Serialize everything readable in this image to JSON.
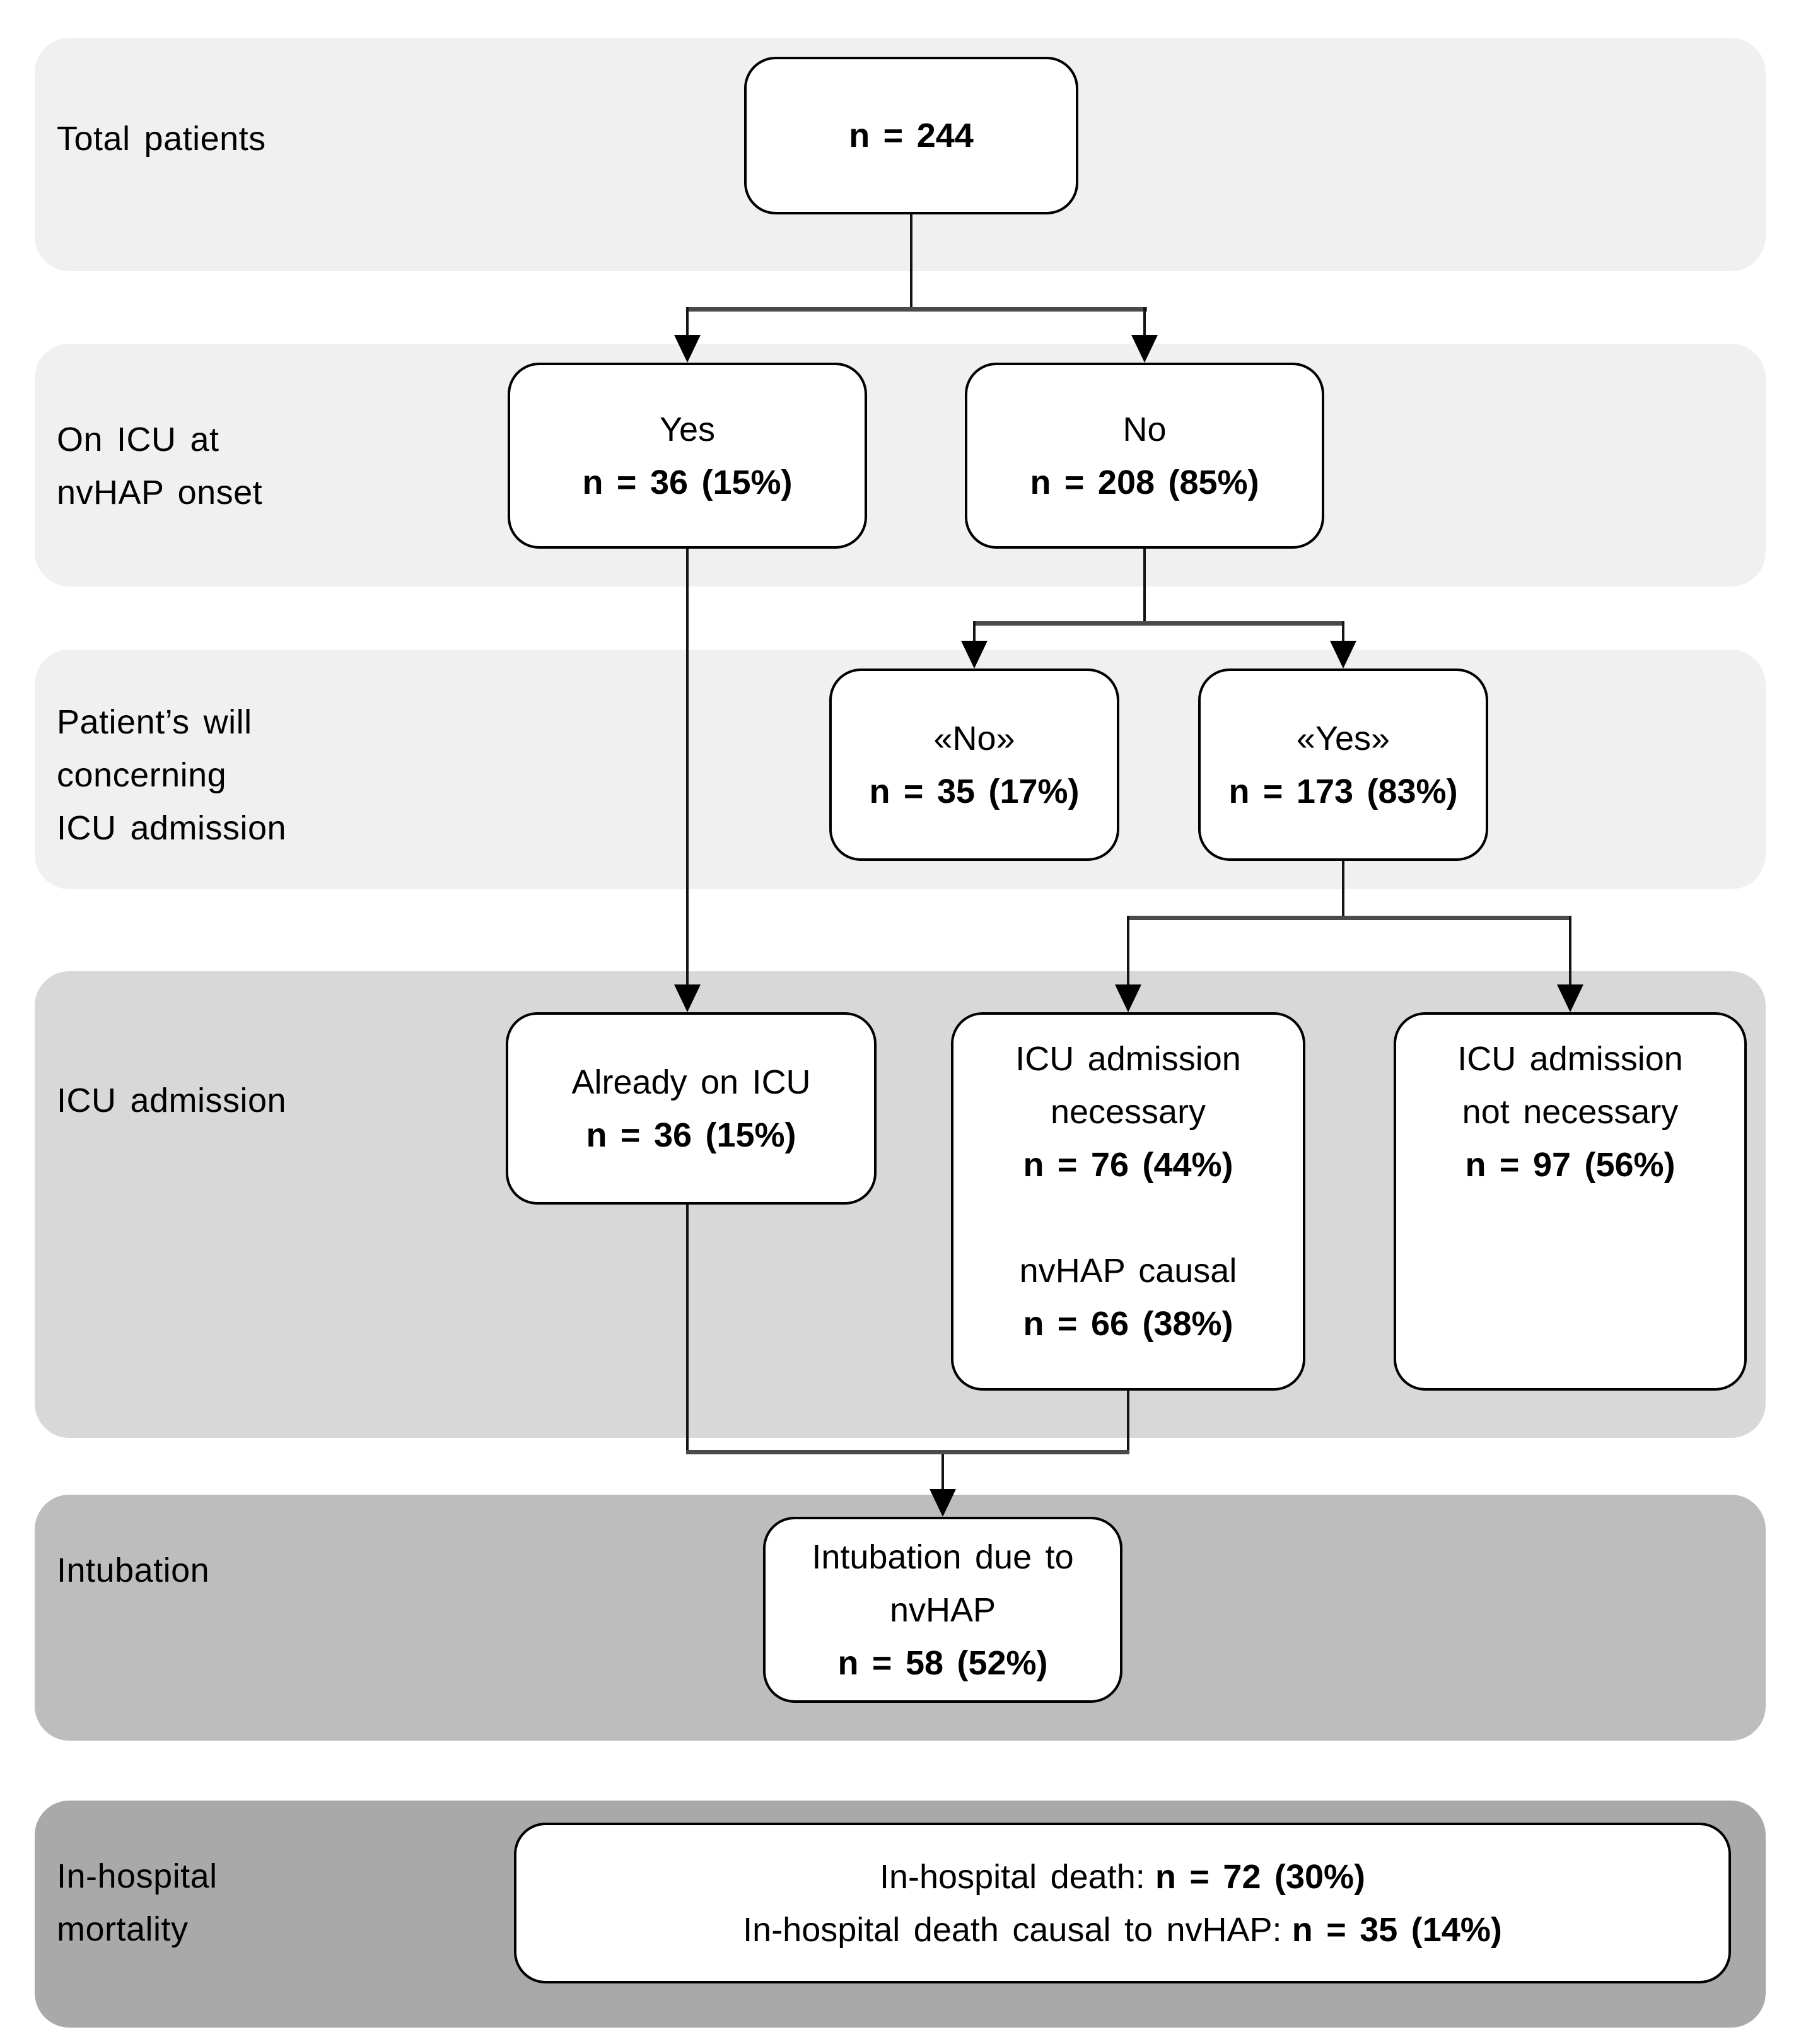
{
  "diagram": {
    "rows": [
      {
        "label_lines": [
          "Total patients"
        ]
      },
      {
        "label_lines": [
          "On ICU at",
          "nvHAP onset"
        ]
      },
      {
        "label_lines": [
          "Patient’s will",
          "concerning",
          "ICU admission"
        ]
      },
      {
        "label_lines": [
          "ICU admission"
        ]
      },
      {
        "label_lines": [
          "Intubation"
        ]
      },
      {
        "label_lines": [
          "In-hospital",
          "mortality"
        ]
      }
    ],
    "boxes": {
      "total": {
        "n": "n = 244"
      },
      "on_icu_yes": {
        "label": "Yes",
        "n": "n = 36 (15%)"
      },
      "on_icu_no": {
        "label": "No",
        "n": "n = 208 (85%)"
      },
      "will_no": {
        "label": "«No»",
        "n": "n = 35 (17%)"
      },
      "will_yes": {
        "label": "«Yes»",
        "n": "n = 173 (83%)"
      },
      "already_on_icu": {
        "label": "Already on ICU",
        "n": "n = 36 (15%)"
      },
      "admission_necessary": {
        "label1": "ICU admission",
        "label2": "necessary",
        "n1": "n = 76 (44%)",
        "label3": "nvHAP causal",
        "n2": "n = 66 (38%)"
      },
      "admission_not_necessary": {
        "label1": "ICU admission",
        "label2": "not necessary",
        "n": "n = 97 (56%)"
      },
      "intubation": {
        "label1": "Intubation due to",
        "label2": "nvHAP",
        "n": "n = 58 (52%)"
      },
      "mortality": {
        "line1_label": "In-hospital death:",
        "line1_n": "n = 72 (30%)",
        "line2_label": "In-hospital death causal to nvHAP:",
        "line2_n": "n = 35 (14%)"
      }
    },
    "colors": {
      "band_rows_1_3": "#f0f0f0",
      "band_row_4": "#d8d8d8",
      "band_row_5": "#bdbdbd",
      "band_row_6": "#a9a9a9",
      "box_background": "#ffffff",
      "box_border": "#000000",
      "connector": "#141414",
      "text": "#000000"
    }
  }
}
